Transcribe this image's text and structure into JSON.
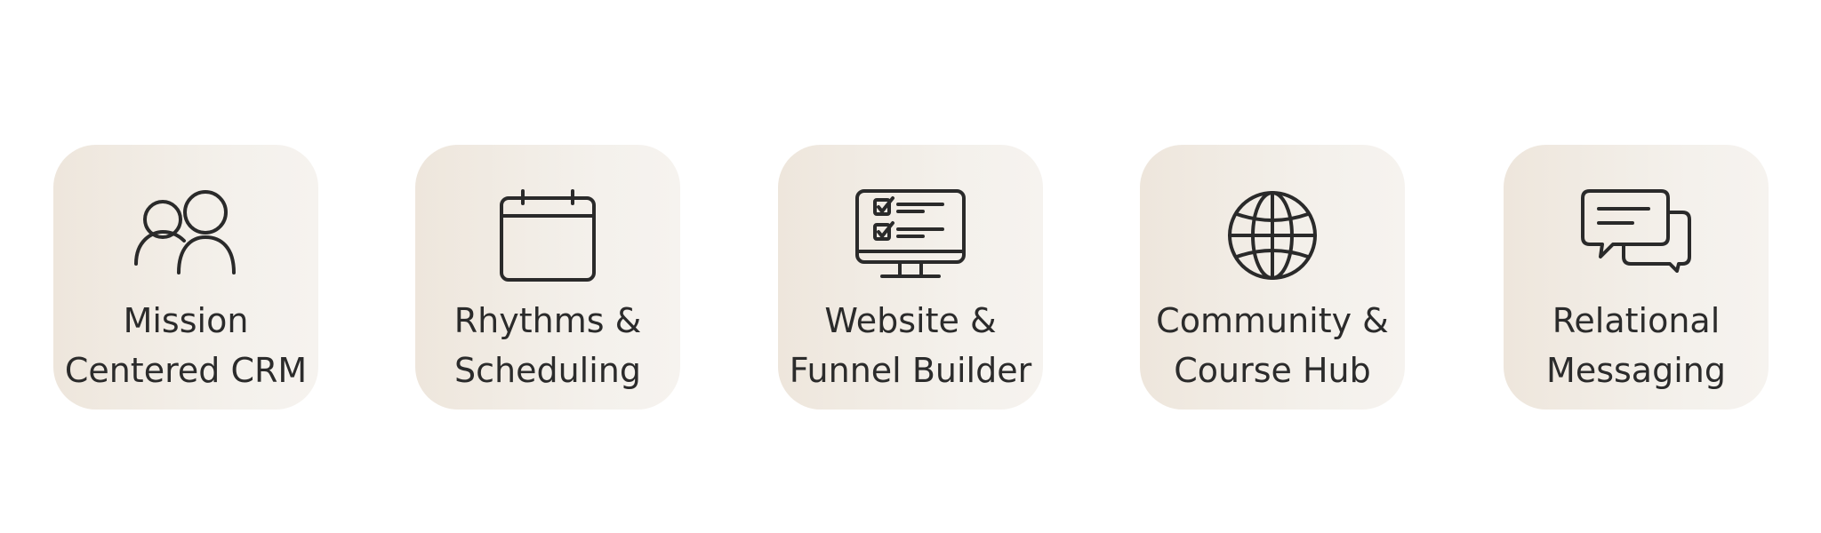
{
  "features": [
    {
      "icon": "people-icon",
      "line1": "Mission",
      "line2": "Centered CRM"
    },
    {
      "icon": "calendar-icon",
      "line1": "Rhythms &",
      "line2": "Scheduling"
    },
    {
      "icon": "monitor-checklist-icon",
      "line1": "Website &",
      "line2": "Funnel Builder"
    },
    {
      "icon": "globe-icon",
      "line1": "Community &",
      "line2": "Course Hub"
    },
    {
      "icon": "chat-bubbles-icon",
      "line1": "Relational",
      "line2": "Messaging"
    }
  ],
  "colors": {
    "tile_background_start": "#eee6dc",
    "tile_background_end": "#f6f3ef",
    "text": "#2b2b2b",
    "icon_stroke": "#2a2a2a"
  }
}
